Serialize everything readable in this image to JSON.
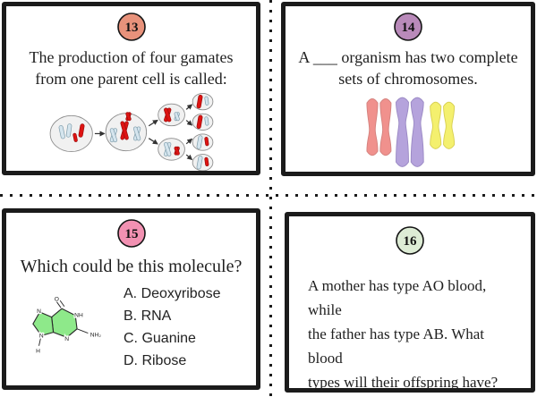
{
  "document": {
    "kind": "printable biology task cards, 2x2 sheet",
    "colors": {
      "card_border": "#1b1b1b",
      "cut_dots": "#1b1b1b",
      "background": "#ffffff"
    }
  },
  "card13": {
    "number": "13",
    "badge_color": "#e8927b",
    "question_line1": "The production of four gamates",
    "question_line2": "from one parent cell is called:",
    "diagram": {
      "name": "meiosis-one-cell-to-four-gametes",
      "chromosome_red": "#de1312",
      "chromosome_blue": "#d5e5ee"
    }
  },
  "card14": {
    "number": "14",
    "badge_color": "#b98aba",
    "question_line1": "A ___ organism has two complete",
    "question_line2": "sets of chromosomes.",
    "chromosome_colors": {
      "pink": "#f0918d",
      "purple": "#b5a3dc",
      "yellow": "#f4f06e"
    }
  },
  "card15": {
    "number": "15",
    "badge_color": "#f291b2",
    "question": "Which could be this molecule?",
    "options": [
      "A. Deoxyribose",
      "B. RNA",
      "C. Guanine",
      "D. Ribose"
    ],
    "molecule": {
      "fill": "#8ee98a",
      "labels": {
        "o": "O",
        "nh": "NH",
        "nh2": "NH₂",
        "n_bottom": "N",
        "n_left": "N",
        "n_lower": "N",
        "h": "H"
      }
    }
  },
  "card16": {
    "number": "16",
    "badge_color": "#ddecd5",
    "question_line1": "A mother has type AO blood, while",
    "question_line2": "the father has type AB. What blood",
    "question_line3": "types will their offspring have?"
  }
}
